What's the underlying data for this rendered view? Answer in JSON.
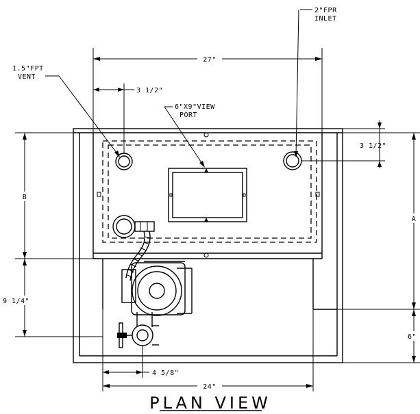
{
  "labels": {
    "inlet_line1": "2\"FPR",
    "inlet_line2": "INLET",
    "vent_line1": "1.5\"FPT",
    "vent_line2": "VENT",
    "port_line1": "6\"X9\"VIEW",
    "port_line2": "PORT"
  },
  "dimensions": {
    "top_width": "27\"",
    "vent_offset": "3 1/2\"",
    "inlet_offset": "3 1/2\"",
    "left_upper": "B",
    "right_height": "A",
    "left_lower": "9 1/4\"",
    "right_lower": "6\"",
    "valve_offset": "4 5/8\"",
    "bottom_width": "24\""
  },
  "title": "PLAN VIEW",
  "colors": {
    "ink": "#000000",
    "paper": "#ffffff"
  }
}
